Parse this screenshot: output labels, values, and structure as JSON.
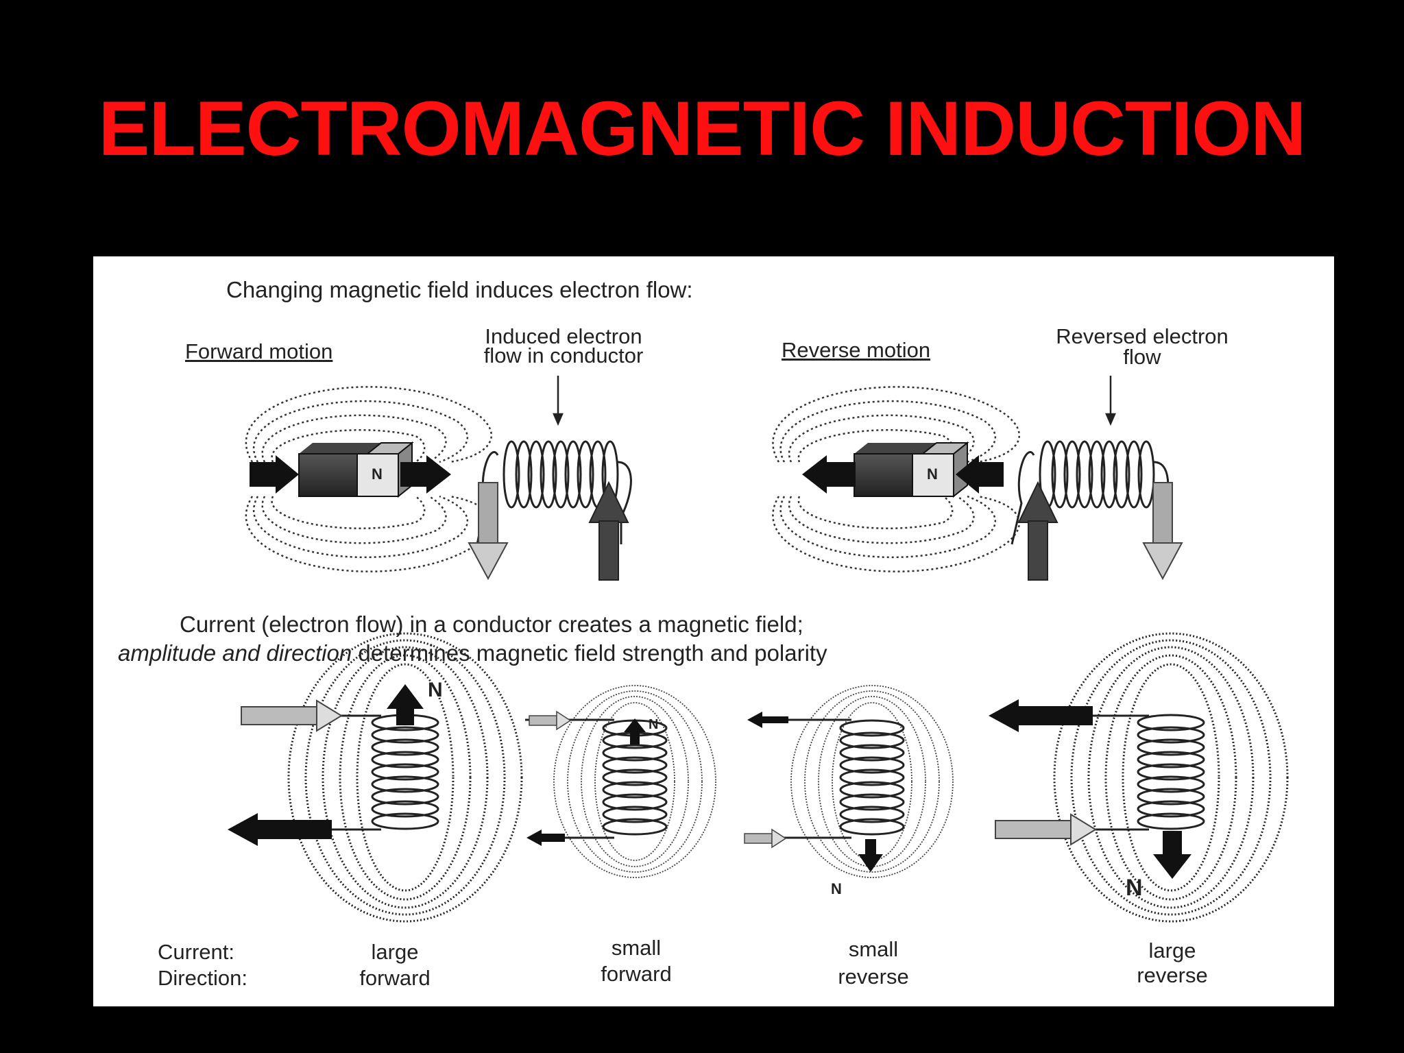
{
  "slide": {
    "title": "ELECTROMAGNETIC INDUCTION",
    "title_color": "#ff1010",
    "background": "#000000"
  },
  "diagram": {
    "panel_background": "#ffffff",
    "top_heading": "Changing magnetic field induces electron flow:",
    "forward_motion": {
      "label": "Forward motion",
      "callout_line1": "Induced electron",
      "callout_line2": "flow in conductor",
      "magnet_pole": "N"
    },
    "reverse_motion": {
      "label": "Reverse motion",
      "callout_line1": "Reversed electron",
      "callout_line2": "flow",
      "magnet_pole": "N"
    },
    "bottom_heading_line1": "Current (electron flow) in a conductor creates a magnetic field;",
    "bottom_heading_line2_italic": "amplitude and direction",
    "bottom_heading_line2_rest": " determines magnetic field strength and polarity",
    "row_labels": {
      "current": "Current:",
      "direction": "Direction:"
    },
    "coils": [
      {
        "pole": "N",
        "current": "large",
        "direction": "forward"
      },
      {
        "pole": "N",
        "current": "small",
        "direction": "forward"
      },
      {
        "pole": "N",
        "current": "small",
        "direction": "reverse"
      },
      {
        "pole": "N",
        "current": "large",
        "direction": "reverse"
      }
    ]
  }
}
